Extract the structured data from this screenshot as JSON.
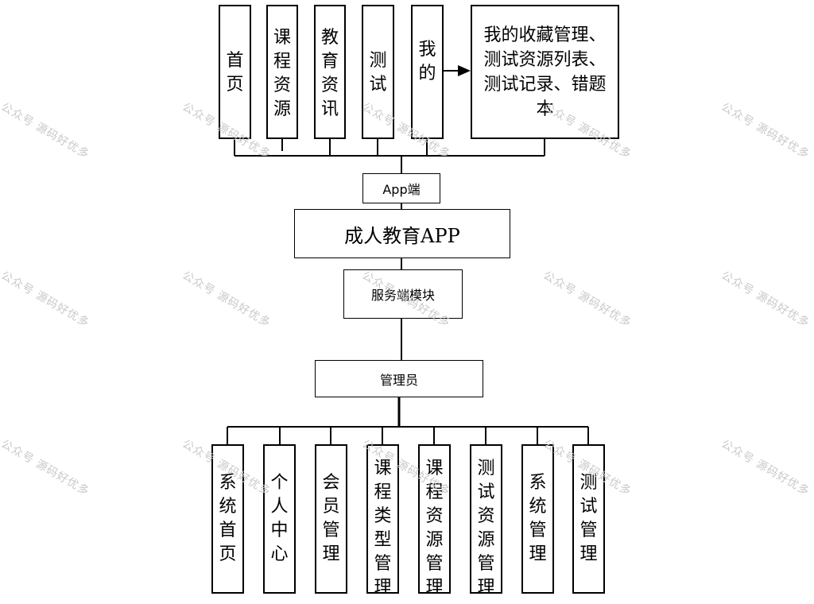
{
  "app": {
    "modules": [
      "首页",
      "课程资源",
      "教育资讯",
      "测试",
      "我的"
    ],
    "detail": "我的收藏管理、测试资源列表、测试记录、错题本",
    "label": "App端"
  },
  "system": {
    "title": "成人教育APP"
  },
  "server": {
    "label": "服务端模块"
  },
  "admin": {
    "label": "管理员",
    "modules": [
      "系统首页",
      "个人中心",
      "会员管理",
      "课程类型管理",
      "课程资源管理",
      "测试资源管理",
      "系统管理",
      "测试管理"
    ]
  },
  "watermark": {
    "text": "公众号 源码好优多"
  }
}
